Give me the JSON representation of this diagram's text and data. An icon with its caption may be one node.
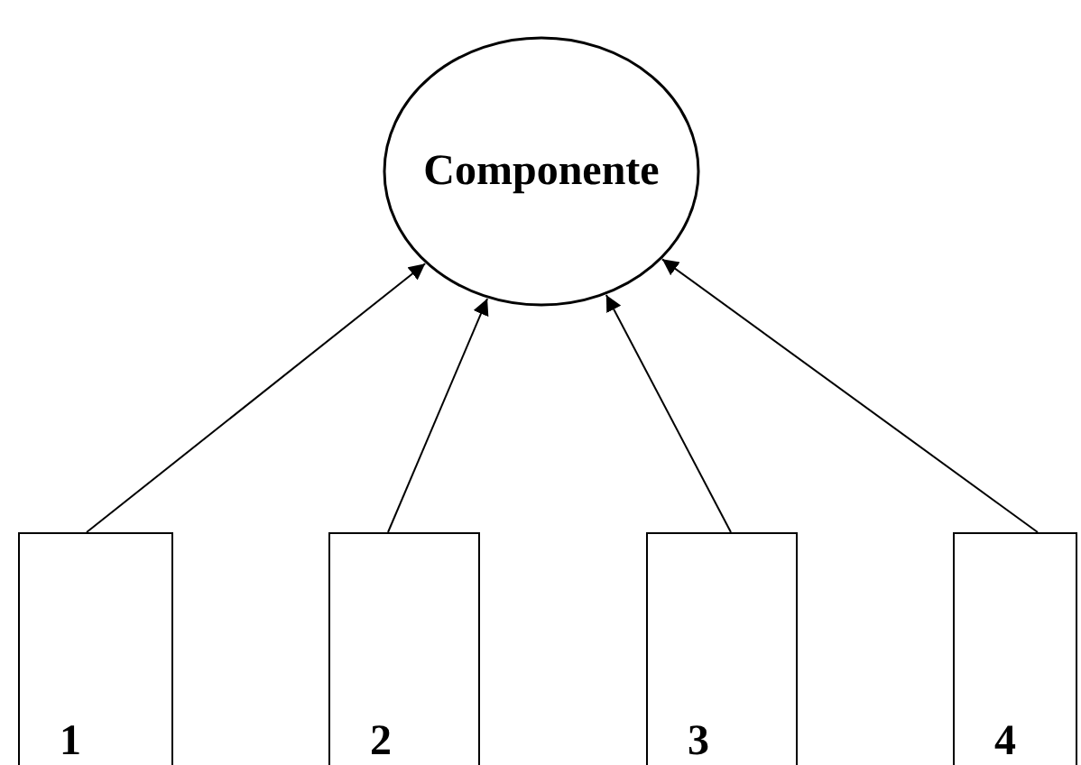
{
  "diagram": {
    "nodes": [
      {
        "text": [
          "Componente"
        ]
      },
      {
        "text": [
          "1"
        ]
      },
      {
        "text": [
          "2"
        ]
      },
      {
        "text": [
          "3"
        ]
      },
      {
        "text": [
          "4"
        ]
      }
    ],
    "edges": [
      {
        "from": 1,
        "to": 0,
        "arrow": "to"
      },
      {
        "from": 2,
        "to": 0,
        "arrow": "to"
      },
      {
        "from": 3,
        "to": 0,
        "arrow": "to"
      },
      {
        "from": 4,
        "to": 0,
        "arrow": "to"
      }
    ]
  }
}
